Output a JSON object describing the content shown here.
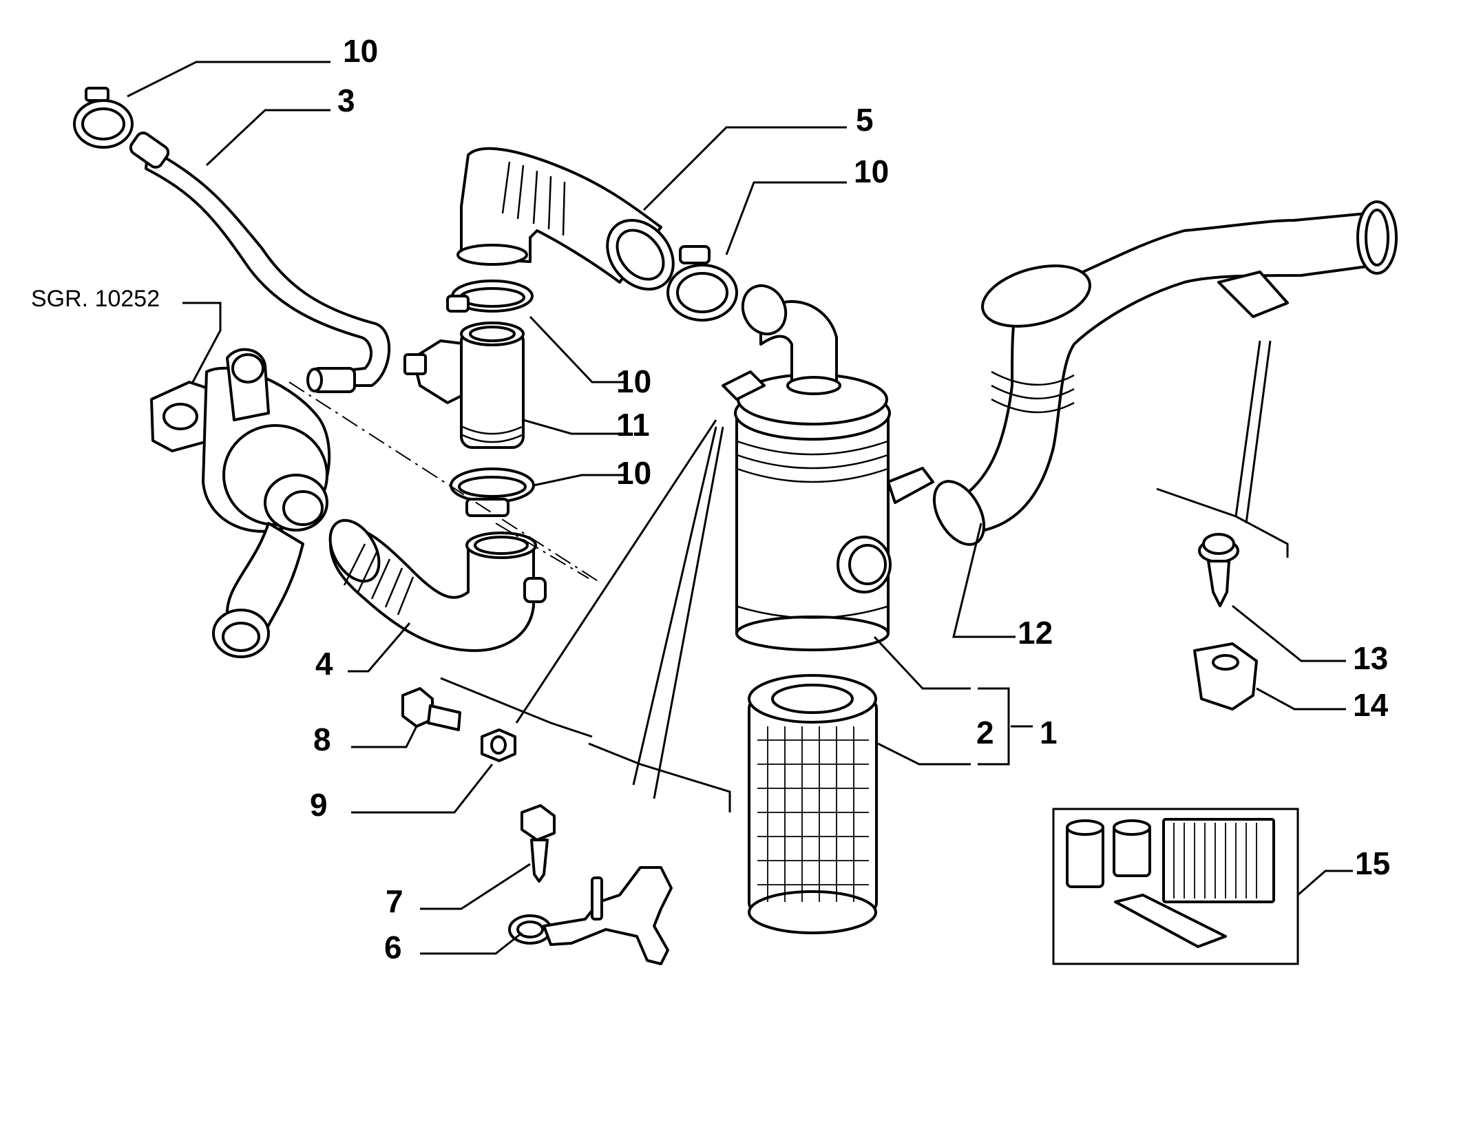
{
  "reference": {
    "text": "SGR. 10252"
  },
  "callouts": [
    {
      "id": "10a",
      "label": "10"
    },
    {
      "id": "3",
      "label": "3"
    },
    {
      "id": "5",
      "label": "5"
    },
    {
      "id": "10b",
      "label": "10"
    },
    {
      "id": "10c",
      "label": "10"
    },
    {
      "id": "11",
      "label": "11"
    },
    {
      "id": "10d",
      "label": "10"
    },
    {
      "id": "4",
      "label": "4"
    },
    {
      "id": "8",
      "label": "8"
    },
    {
      "id": "9",
      "label": "9"
    },
    {
      "id": "7",
      "label": "7"
    },
    {
      "id": "6",
      "label": "6"
    },
    {
      "id": "12",
      "label": "12"
    },
    {
      "id": "13",
      "label": "13"
    },
    {
      "id": "14",
      "label": "14"
    },
    {
      "id": "2",
      "label": "2"
    },
    {
      "id": "1",
      "label": "1"
    },
    {
      "id": "15",
      "label": "15"
    }
  ],
  "colors": {
    "line": "#000000",
    "background": "#ffffff"
  }
}
